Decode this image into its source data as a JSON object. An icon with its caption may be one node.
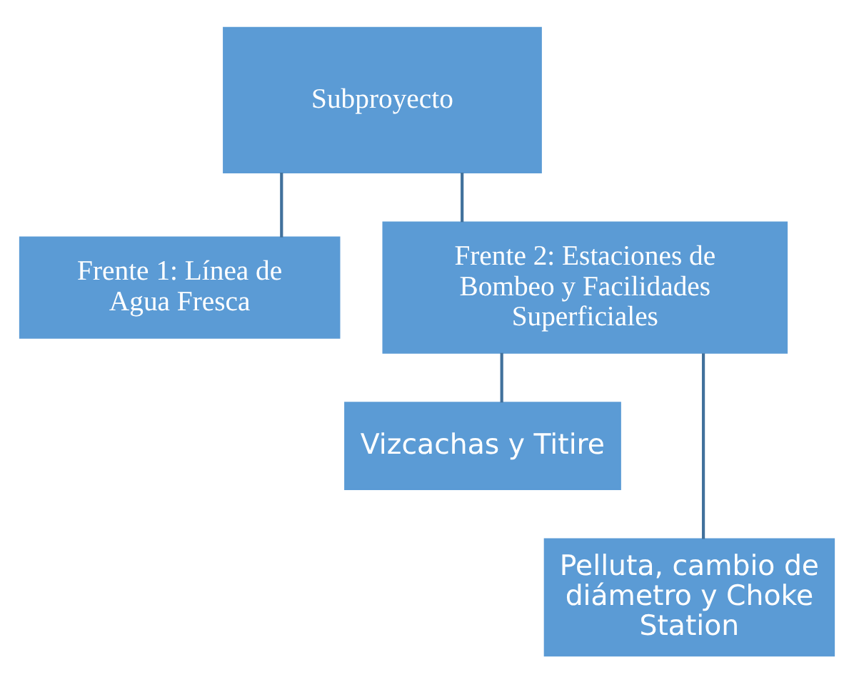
{
  "diagram": {
    "nodes": [
      {
        "text": [
          "Subproyecto"
        ]
      },
      {
        "text": [
          "Frente 1: Línea de Agua Fresca"
        ]
      },
      {
        "text": [
          "Frente 2: Estaciones de Bombeo y Facilidades Superficiales"
        ]
      },
      {
        "text": [
          "Vizcachas y Titire"
        ]
      },
      {
        "text": [
          "Pelluta, cambio de diámetro y Choke Station"
        ]
      }
    ],
    "edges": [
      {
        "from": 0,
        "to": 1,
        "arrow": "none"
      },
      {
        "from": 0,
        "to": 2,
        "arrow": "none"
      },
      {
        "from": 2,
        "to": 3,
        "arrow": "none"
      },
      {
        "from": 2,
        "to": 4,
        "arrow": "none"
      }
    ]
  }
}
